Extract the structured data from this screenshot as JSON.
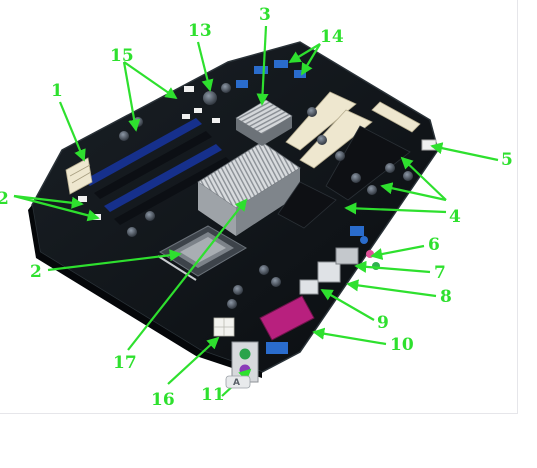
{
  "colors": {
    "callout": "#2ee02e",
    "board": "#101418",
    "board_edge": "#1f262c",
    "ram_slot": "#16308c",
    "heatsink": "#c8ccd2",
    "port_blue": "#2a6ccc",
    "port_purple": "#b8207e",
    "ivory": "#eee7cf",
    "connector_white": "#f0f0f0"
  },
  "callouts": [
    {
      "id": "1",
      "text": "1"
    },
    {
      "id": "2",
      "text": "2"
    },
    {
      "id": "2b",
      "text": "2"
    },
    {
      "id": "3",
      "text": "3"
    },
    {
      "id": "4",
      "text": "4"
    },
    {
      "id": "5",
      "text": "5"
    },
    {
      "id": "6",
      "text": "6"
    },
    {
      "id": "7",
      "text": "7"
    },
    {
      "id": "8",
      "text": "8"
    },
    {
      "id": "9",
      "text": "9"
    },
    {
      "id": "10",
      "text": "10"
    },
    {
      "id": "11",
      "text": "11"
    },
    {
      "id": "13",
      "text": "13"
    },
    {
      "id": "14",
      "text": "14"
    },
    {
      "id": "15",
      "text": "15"
    },
    {
      "id": "16",
      "text": "16"
    },
    {
      "id": "17",
      "text": "17"
    }
  ],
  "badge": {
    "text": "A"
  }
}
